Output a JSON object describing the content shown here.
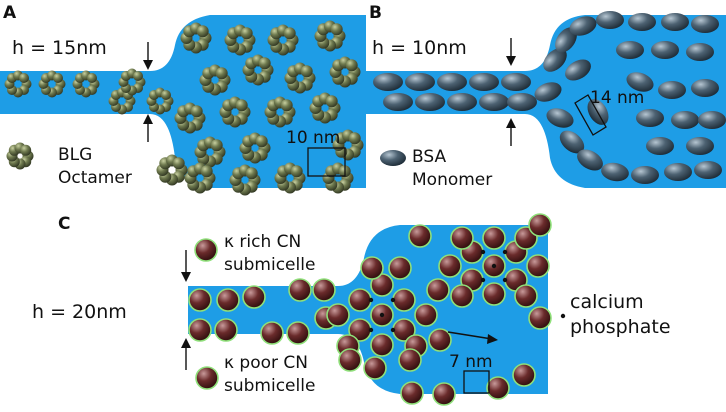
{
  "panels": {
    "a": {
      "letter": "A",
      "height_label": "h = 15nm",
      "scale_label": "10 nm",
      "legend_line1": "BLG",
      "legend_line2": "Octamer"
    },
    "b": {
      "letter": "B",
      "height_label": "h = 10nm",
      "scale_label": "14 nm",
      "legend_line1": "BSA",
      "legend_line2": "Monomer"
    },
    "c": {
      "letter": "C",
      "height_label": "h = 20nm",
      "rich_line1": "κ rich CN",
      "rich_line2": "submicelle",
      "poor_line1": "κ poor CN",
      "poor_line2": "submicelle",
      "scale_label": "7 nm",
      "cap_line1": "calcium",
      "cap_line2": "phosphate"
    }
  },
  "colors": {
    "channel": "#1e9de6",
    "octamer": "#6f7a4f",
    "monomer": "#4d6272",
    "micelle": "#6a2b2b",
    "rim_rich": "#8fe07a",
    "rim_poor": "#3a7fb0",
    "text": "#111111"
  }
}
